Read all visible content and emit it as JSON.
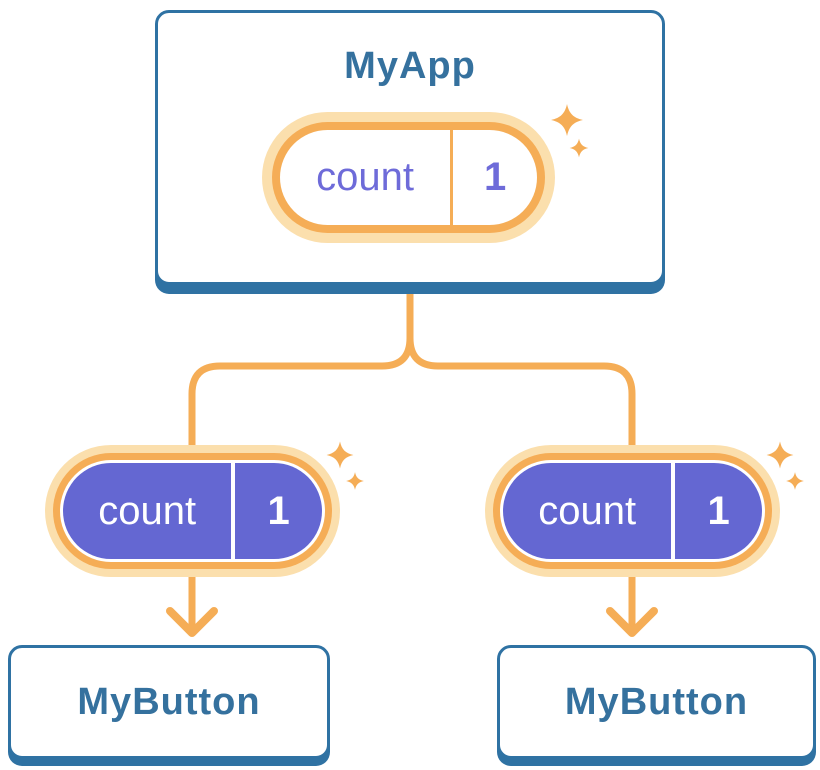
{
  "diagram": {
    "root": {
      "title": "MyApp",
      "state": {
        "name": "count",
        "value": "1"
      }
    },
    "children": [
      {
        "title": "MyButton",
        "prop": {
          "name": "count",
          "value": "1"
        }
      },
      {
        "title": "MyButton",
        "prop": {
          "name": "count",
          "value": "1"
        }
      }
    ]
  },
  "colors": {
    "card_border_blue": "#2F72A3",
    "heading_blue": "#35719E",
    "connector_orange": "#F5AD56",
    "pill_glow_cream": "#FBDFAD",
    "state_text_purple": "#6E6BD9",
    "prop_fill_purple": "#6467D2",
    "pill_text_white": "#FFFFFF"
  },
  "icons": {
    "sparkle": "sparkle-icon",
    "arrow": "arrow-down-icon"
  }
}
